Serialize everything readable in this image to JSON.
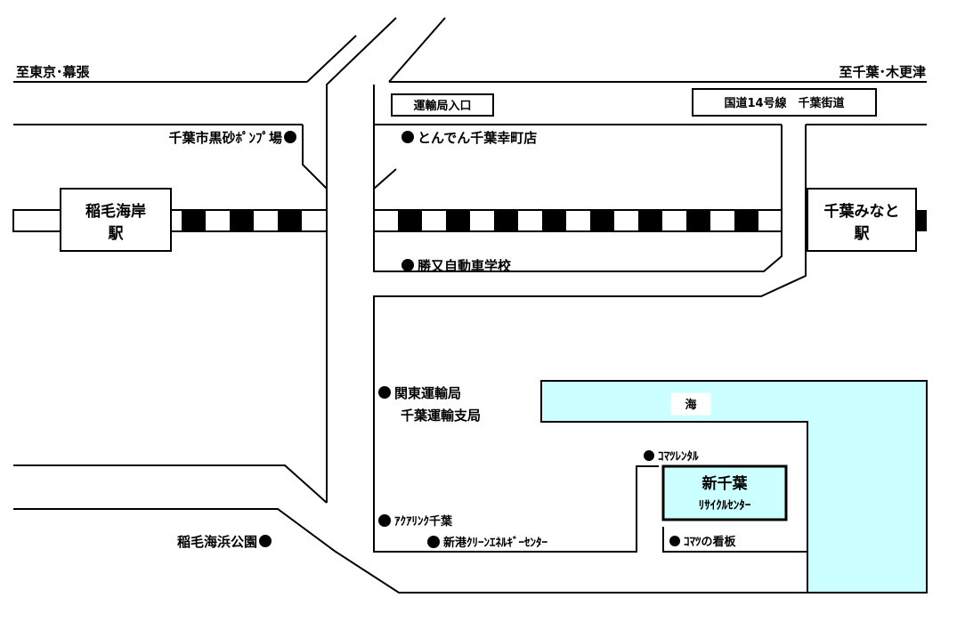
{
  "directions": {
    "left": "至東京･幕張",
    "right": "至千葉･木更津"
  },
  "signs": {
    "transport_entrance": "運輸局入口",
    "route": "国道14号線　千葉街道"
  },
  "stations": {
    "left_line1": "稲毛海岸",
    "left_line2": "駅",
    "right_line1": "千葉みなと",
    "right_line2": "駅"
  },
  "landmarks": {
    "pump_station": "千葉市黒砂ﾎﾟﾝﾌﾟ場",
    "tonden": "とんでん千葉幸町店",
    "driving_school": "勝又自動車学校",
    "kanto_bureau_line1": "関東運輸局",
    "kanto_bureau_line2": "千葉運輸支局",
    "aqualink": "ｱｸｱﾘﾝｸ千葉",
    "shinko_energy": "新港ｸﾘｰﾝｴﾈﾙｷﾞｰｾﾝﾀｰ",
    "inage_park": "稲毛海浜公園",
    "komatsu_rental": "ｺﾏﾂﾚﾝﾀﾙ",
    "komatsu_sign": "ｺﾏﾂの看板"
  },
  "sea": "海",
  "center": {
    "line1": "新千葉",
    "line2": "ﾘｻｲｸﾙｾﾝﾀｰ"
  },
  "colors": {
    "sea": "#ccffff",
    "ink": "#000000",
    "background": "#ffffff"
  }
}
